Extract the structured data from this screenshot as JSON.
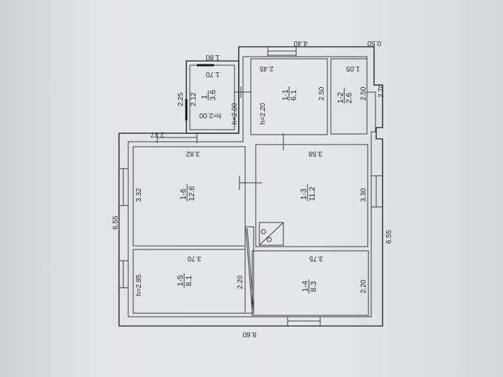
{
  "dims": {
    "bottom_width": "8.60",
    "top_width": "4.40",
    "top_offset": "0.50",
    "entrance_outer": "1.80",
    "entrance_inner": "1.70",
    "corner_width": "2.27",
    "room_1_1_width": "2.45",
    "room_1_2_width": "1.05",
    "room_1_6_width": "3.82",
    "room_1_3_width": "3.58",
    "room_1_5_width": "3.70",
    "room_1_4_width": "3.75",
    "entrance_h": "h=2.00",
    "left_total": "6.55",
    "right_total": "6.55",
    "room_1_6_height": "3.32",
    "room_1_3_height": "3.30",
    "room_1_5_h": "h=2.85",
    "room_1_5_height": "2.20",
    "room_1_4_height": "2.20",
    "annex_right": "2.70",
    "room_1_1_height": "2.50",
    "room_1_2_height": "2.50",
    "room_1_1_h": "h=2.20",
    "entrance_room_h": "h=2.00",
    "entrance_side": "2.25",
    "entrance_side_2": "2.12"
  },
  "rooms": {
    "r16": {
      "id": "1-6",
      "area": "12.6"
    },
    "r13": {
      "id": "1-3",
      "area": "11.2"
    },
    "r15": {
      "id": "1-5",
      "area": "8.1"
    },
    "r14": {
      "id": "1-4",
      "area": "8.3"
    },
    "r11": {
      "id": "1-1",
      "area": "6.1"
    },
    "r12": {
      "id": "1-2",
      "area": "2.6"
    },
    "r1": {
      "id": "1",
      "area": "3.6"
    }
  }
}
